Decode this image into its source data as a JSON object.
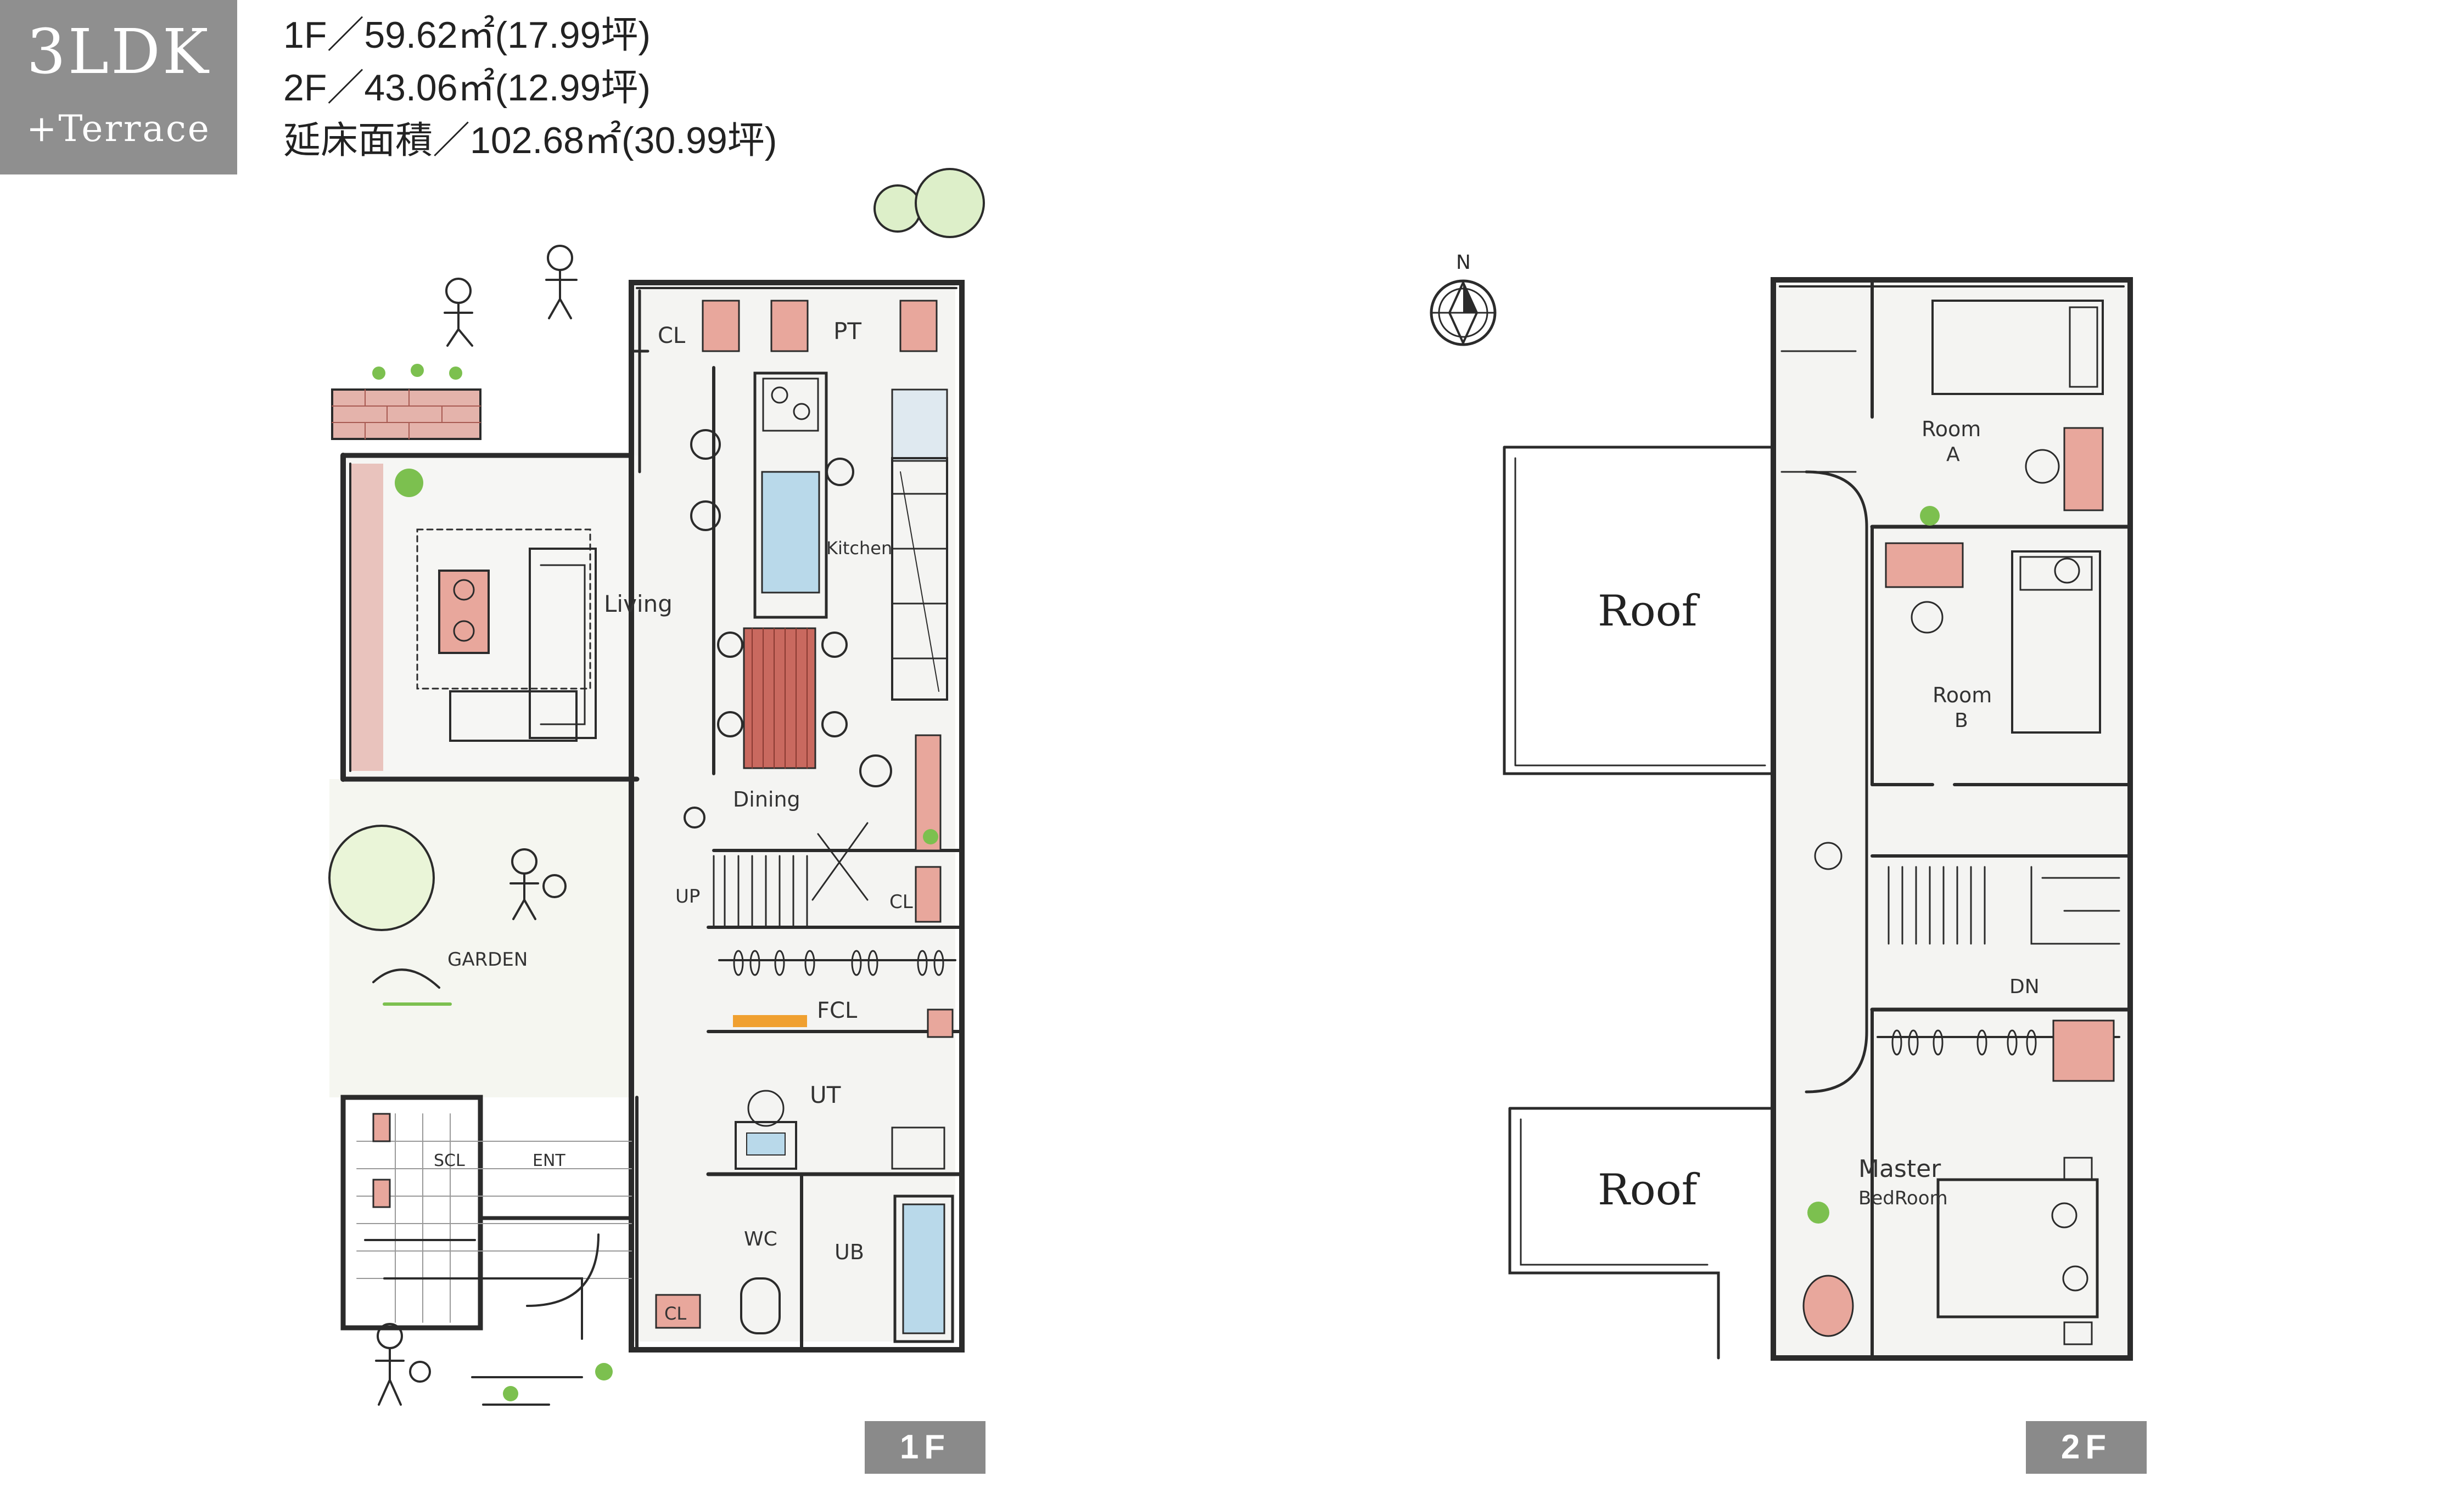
{
  "badge": {
    "layout": "3LDK",
    "extra": "+Terrace"
  },
  "areas": {
    "first": "1F／59.62㎡(17.99坪)",
    "second": "2F／43.06㎡(12.99坪)",
    "total": "延床面積／102.68㎡(30.99坪)"
  },
  "compass": {
    "north": "N"
  },
  "floor1": {
    "tag": "1F",
    "labels": {
      "cl_top": "CL",
      "pt": "PT",
      "kitchen": "Kitchen",
      "living": "Living",
      "dining": "Dining",
      "up": "UP",
      "cl_mid": "CL",
      "fcl": "FCL",
      "ut": "UT",
      "garden": "GARDEN",
      "scl": "SCL",
      "ent": "ENT",
      "wc": "WC",
      "ub": "UB",
      "cl_bottom": "CL"
    }
  },
  "floor2": {
    "tag": "2F",
    "labels": {
      "room_a": "Room",
      "room_a_sub": "A",
      "room_b": "Room",
      "room_b_sub": "B",
      "roof_top": "Roof",
      "roof_bottom": "Roof",
      "dn": "DN",
      "master": "Master",
      "master_sub": "BedRoom"
    }
  },
  "colors": {
    "badge": "#8f8f8f",
    "wall": "#2b2b2b",
    "accent_pink": "#e8a79c",
    "accent_brick": "#c9695f",
    "accent_blue": "#b9d9ea",
    "accent_green": "#7cc04f",
    "accent_orange": "#f0a030"
  }
}
